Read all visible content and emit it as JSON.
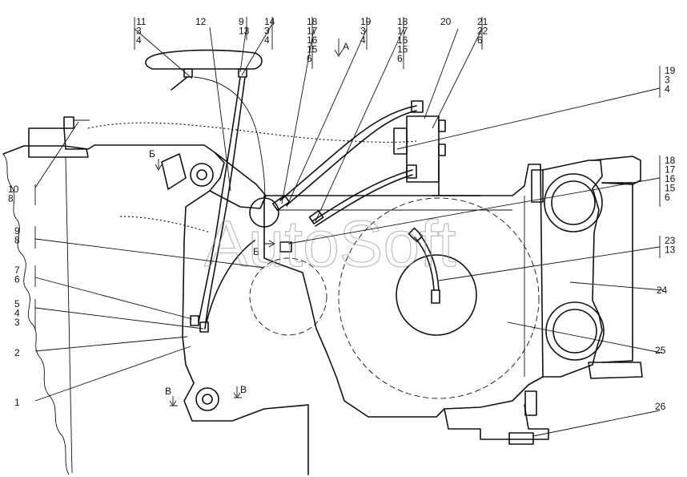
{
  "watermark": "AutoSoft",
  "view_marks": {
    "a": "А",
    "b_top": "Б",
    "b_mid": "Б",
    "v_left": "В",
    "v_right": "В"
  },
  "callouts": [
    {
      "id": "c11_3_4",
      "lines": [
        "11",
        "3",
        "4"
      ]
    },
    {
      "id": "c12",
      "lines": [
        "12"
      ]
    },
    {
      "id": "c9_13",
      "lines": [
        "9",
        "13"
      ]
    },
    {
      "id": "c14_3_4",
      "lines": [
        "14",
        "3",
        "4"
      ]
    },
    {
      "id": "c18_17_16_15_6_a",
      "lines": [
        "18",
        "17",
        "16",
        "15",
        "6"
      ]
    },
    {
      "id": "c19_3_4_top",
      "lines": [
        "19",
        "3",
        "4"
      ]
    },
    {
      "id": "c18_17_16_15_6_b",
      "lines": [
        "18",
        "17",
        "16",
        "15",
        "6"
      ]
    },
    {
      "id": "c20",
      "lines": [
        "20"
      ]
    },
    {
      "id": "c21_22_6",
      "lines": [
        "21",
        "22",
        "6"
      ]
    },
    {
      "id": "c19_3_4_right",
      "lines": [
        "19",
        "3",
        "4"
      ]
    },
    {
      "id": "c18_17_16_15_6_right",
      "lines": [
        "18",
        "17",
        "16",
        "15",
        "6"
      ]
    },
    {
      "id": "c23_13",
      "lines": [
        "23",
        "13"
      ]
    },
    {
      "id": "c24",
      "lines": [
        "24"
      ]
    },
    {
      "id": "c25",
      "lines": [
        "25"
      ]
    },
    {
      "id": "c26",
      "lines": [
        "26"
      ]
    },
    {
      "id": "c10_8",
      "lines": [
        "10",
        "8"
      ]
    },
    {
      "id": "c9_8",
      "lines": [
        "9",
        "8"
      ]
    },
    {
      "id": "c7_6",
      "lines": [
        "7",
        "6"
      ]
    },
    {
      "id": "c5_4_3",
      "lines": [
        "5",
        "4",
        "3"
      ]
    },
    {
      "id": "c2",
      "lines": [
        "2"
      ]
    },
    {
      "id": "c1",
      "lines": [
        "1"
      ]
    }
  ]
}
